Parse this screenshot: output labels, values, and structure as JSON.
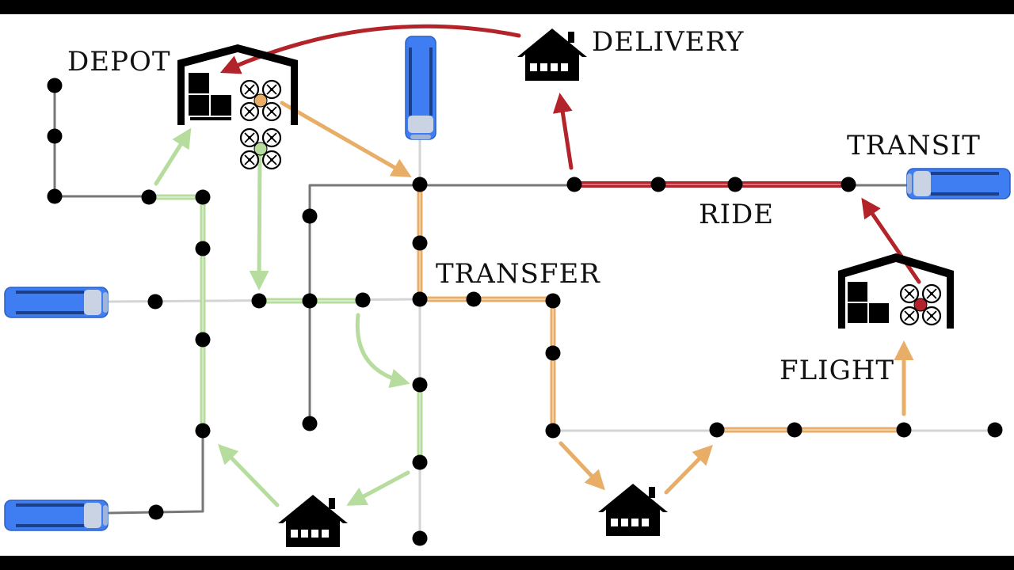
{
  "labels": {
    "depot": "DEPOT",
    "delivery": "DELIVERY",
    "transit": "TRANSIT",
    "ride": "RIDE",
    "transfer": "TRANSFER",
    "flight": "FLIGHT"
  },
  "colors": {
    "background": "#ffffff",
    "letterbox": "#000000",
    "road_dark": "#777777",
    "road_light": "#d4d4d4",
    "green_path": "#b6dc9e",
    "orange_path": "#e8ad67",
    "red_path": "#b3232a",
    "node": "#000000",
    "bus_blue": "#3f7ef2"
  },
  "icons": {
    "depot": "warehouse-icon",
    "house": "house-icon",
    "drone": "quadcopter-drone-icon",
    "bus": "bus-icon"
  }
}
